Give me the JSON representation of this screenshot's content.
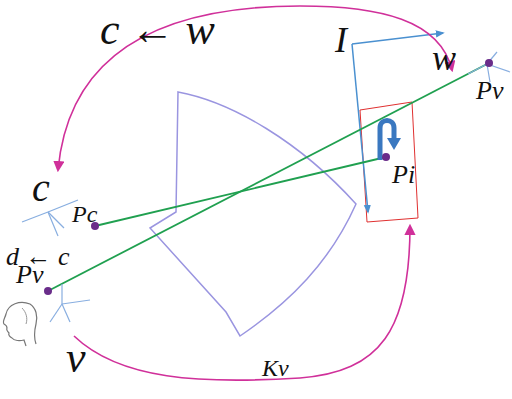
{
  "diagram": {
    "labels": [
      "c ← w",
      "I",
      "w",
      "Pv",
      "Pi",
      "c",
      "Pc",
      "d ← c",
      "Pv",
      "v",
      "Kv"
    ]
  }
}
